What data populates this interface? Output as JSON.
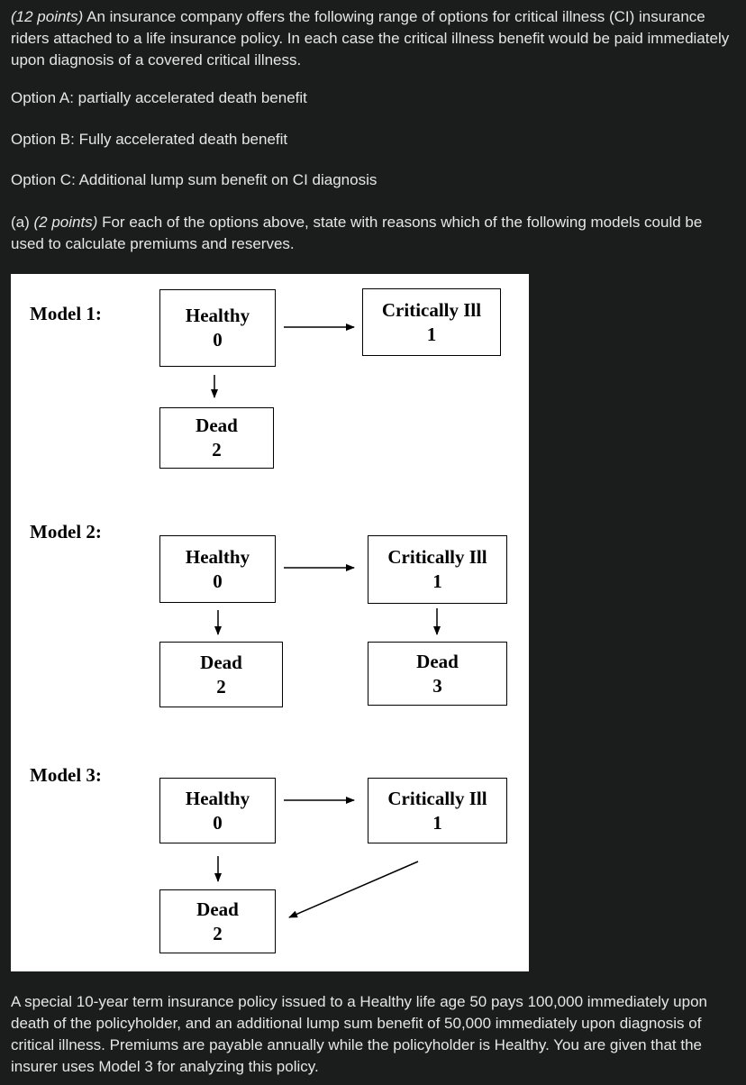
{
  "intro": {
    "points": "(12 points)",
    "text": " An insurance company offers the following range of options for critical illness (CI) insurance riders attached to a life insurance policy. In each case the critical illness benefit would be paid immediately upon diagnosis of a covered critical illness."
  },
  "options": [
    "Option A: partially accelerated death benefit",
    "Option B: Fully accelerated death benefit",
    "Option C: Additional lump sum benefit on CI diagnosis"
  ],
  "question_a": {
    "prefix": "(a) ",
    "points": "(2 points)",
    "text": " For each of the options above, state with reasons which of the following models could be used to calculate premiums and reserves."
  },
  "figure": {
    "model1": {
      "label": "Model 1:",
      "healthy": {
        "name": "Healthy",
        "num": "0"
      },
      "ill": {
        "name": "Critically Ill",
        "num": "1"
      },
      "dead": {
        "name": "Dead",
        "num": "2"
      }
    },
    "model2": {
      "label": "Model 2:",
      "healthy": {
        "name": "Healthy",
        "num": "0"
      },
      "ill": {
        "name": "Critically Ill",
        "num": "1"
      },
      "dead_healthy": {
        "name": "Dead",
        "num": "2"
      },
      "dead_ill": {
        "name": "Dead",
        "num": "3"
      }
    },
    "model3": {
      "label": "Model 3:",
      "healthy": {
        "name": "Healthy",
        "num": "0"
      },
      "ill": {
        "name": "Critically Ill",
        "num": "1"
      },
      "dead": {
        "name": "Dead",
        "num": "2"
      }
    }
  },
  "closing": "A special 10-year term insurance policy issued to a Healthy life age 50 pays 100,000 immediately upon death of the policyholder, and an additional lump sum benefit of 50,000 immediately upon diagnosis of critical illness. Premiums are payable annually while the policyholder is Healthy. You are given that the insurer uses Model 3 for analyzing this policy."
}
